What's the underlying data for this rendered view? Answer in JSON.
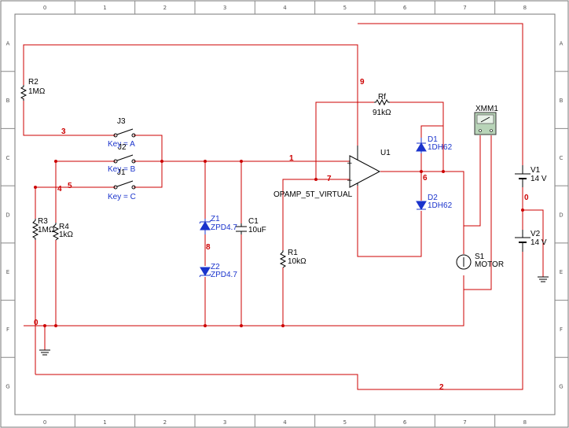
{
  "colors": {
    "wire": "#cc0000",
    "component": "#000000",
    "diode": "#1a33cc",
    "border": "#777777",
    "instrument": "#b8d4b8"
  },
  "ruler": {
    "columns": [
      "0",
      "1",
      "2",
      "3",
      "4",
      "5",
      "6",
      "7",
      "8"
    ],
    "rows": [
      "A",
      "B",
      "C",
      "D",
      "E",
      "F",
      "G"
    ]
  },
  "nets": {
    "n0": "0",
    "n1": "1",
    "n2": "2",
    "n3": "3",
    "n4": "4",
    "n5": "5",
    "n6": "6",
    "n7": "7",
    "n8": "8",
    "n9": "9"
  },
  "components": {
    "r2": {
      "ref": "R2",
      "value": "1MΩ"
    },
    "r3": {
      "ref": "R3",
      "value": "1MΩ"
    },
    "r4": {
      "ref": "R4",
      "value": "1kΩ"
    },
    "r1": {
      "ref": "R1",
      "value": "10kΩ"
    },
    "rf": {
      "ref": "Rf",
      "value": "91kΩ"
    },
    "j3": {
      "ref": "J3",
      "key": "Key = A"
    },
    "j2": {
      "ref": "J2",
      "key": "Key = B"
    },
    "j1": {
      "ref": "J1",
      "key": "Key = C"
    },
    "z1": {
      "ref": "Z1",
      "value": "ZPD4.7"
    },
    "z2": {
      "ref": "Z2",
      "value": "ZPD4.7"
    },
    "c1": {
      "ref": "C1",
      "value": "10uF"
    },
    "u1": {
      "ref": "U1",
      "model": "OPAMP_5T_VIRTUAL"
    },
    "d1": {
      "ref": "D1",
      "value": "1DH62"
    },
    "d2": {
      "ref": "D2",
      "value": "1DH62"
    },
    "s1": {
      "ref": "S1",
      "value": "MOTOR"
    },
    "v1": {
      "ref": "V1",
      "value": "14 V"
    },
    "v2": {
      "ref": "V2",
      "value": "14 V"
    },
    "xmm1": {
      "ref": "XMM1"
    }
  }
}
